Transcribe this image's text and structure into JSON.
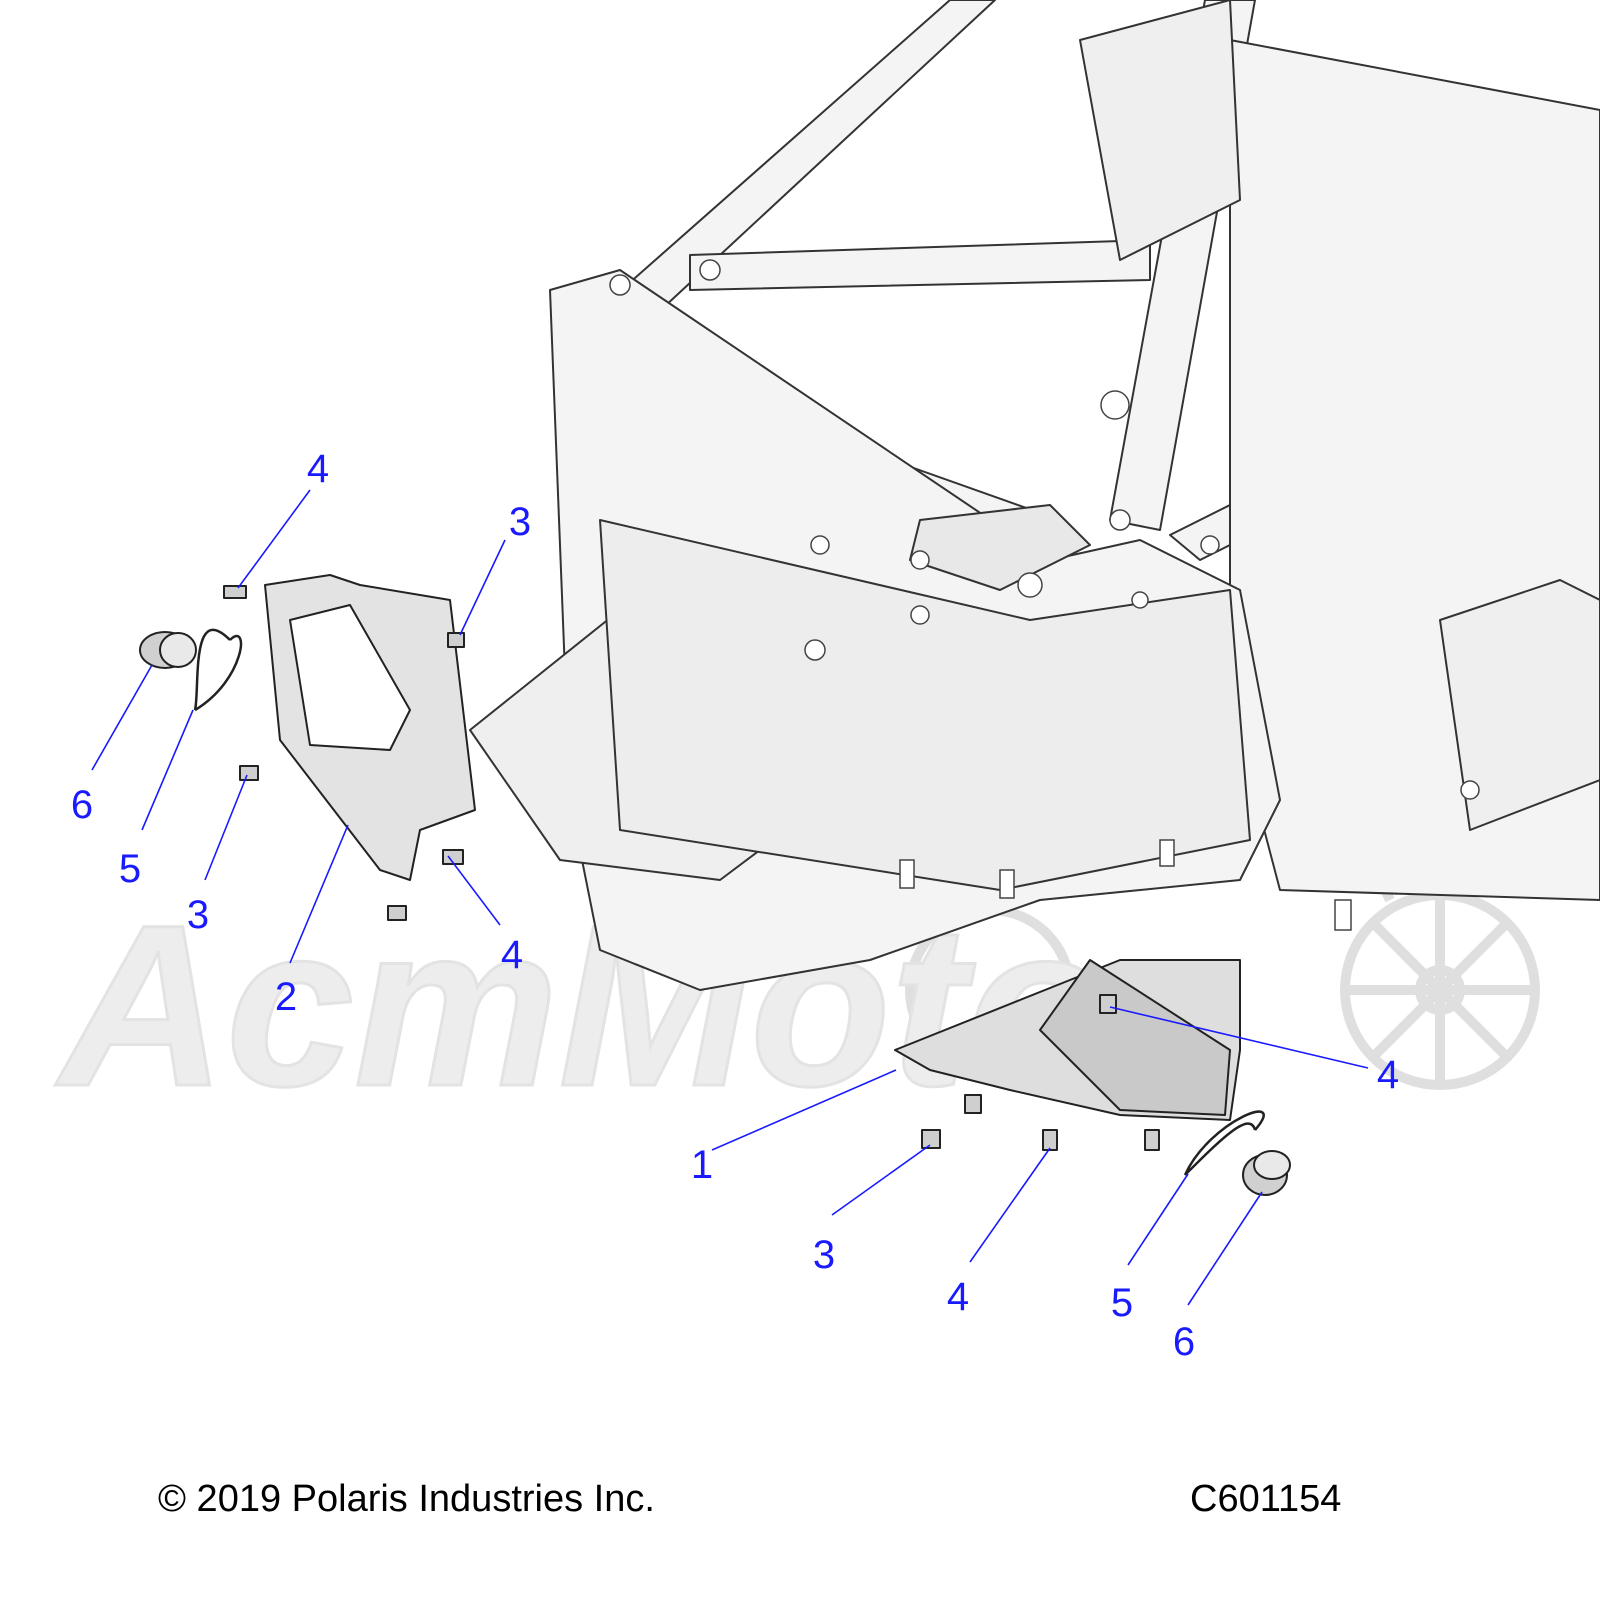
{
  "colors": {
    "callout": "#1a1aff",
    "line_art": "#222222",
    "frame_fill": "#f4f4f4",
    "part_fill": "#e2e2e2",
    "watermark": "#e6e6e6"
  },
  "watermark": {
    "text": "AcmMoto"
  },
  "callouts": [
    {
      "label": "4",
      "part_group": "left"
    },
    {
      "label": "3",
      "part_group": "left"
    },
    {
      "label": "6",
      "part_group": "left"
    },
    {
      "label": "5",
      "part_group": "left"
    },
    {
      "label": "3",
      "part_group": "left"
    },
    {
      "label": "4",
      "part_group": "left"
    },
    {
      "label": "2",
      "part_group": "left"
    },
    {
      "label": "4",
      "part_group": "right"
    },
    {
      "label": "1",
      "part_group": "right"
    },
    {
      "label": "3",
      "part_group": "right"
    },
    {
      "label": "4",
      "part_group": "right"
    },
    {
      "label": "5",
      "part_group": "right"
    },
    {
      "label": "6",
      "part_group": "right"
    }
  ],
  "footer": {
    "copyright": "© 2019 Polaris Industries Inc.",
    "diagram_code": "C601154"
  }
}
